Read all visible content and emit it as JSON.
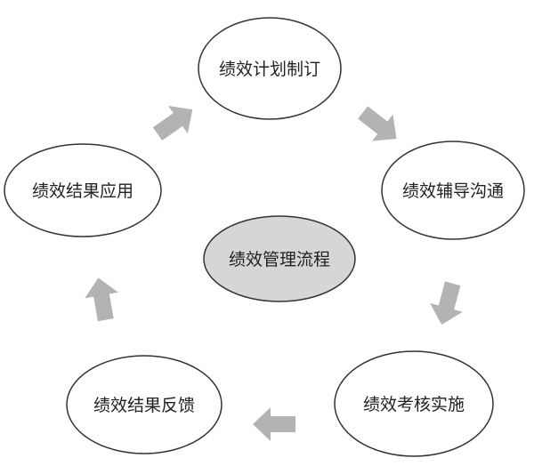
{
  "center": {
    "label": "绩效管理流程"
  },
  "nodes": [
    {
      "label": "绩效计划制订"
    },
    {
      "label": "绩效辅导沟通"
    },
    {
      "label": "绩效考核实施"
    },
    {
      "label": "绩效结果反馈"
    },
    {
      "label": "绩效结果应用"
    }
  ],
  "colors": {
    "center_fill": "#d6d6d6",
    "arrow": "#b3b3b3",
    "stroke": "#333333"
  }
}
